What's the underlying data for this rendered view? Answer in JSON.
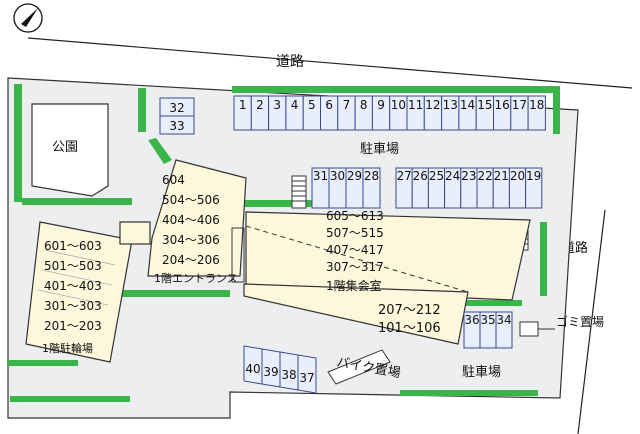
{
  "labels": {
    "road_top": "道路",
    "road_right": "道路",
    "park": "公園",
    "parking_top": "駐車場",
    "parking_bottom": "駐車場",
    "bike_parking": "バイク置場",
    "garbage": "ゴミ置場",
    "bicycle_parking": "1階駐輪場",
    "entrance": "1階エントランス",
    "meeting_room": "1階集会室"
  },
  "parking_spaces": {
    "top_row": [
      "1",
      "2",
      "3",
      "4",
      "5",
      "6",
      "7",
      "8",
      "9",
      "10",
      "11",
      "12",
      "13",
      "14",
      "15",
      "16",
      "17",
      "18"
    ],
    "middle_left": [
      "31",
      "30",
      "29",
      "28"
    ],
    "middle_right": [
      "27",
      "26",
      "25",
      "24",
      "23",
      "22",
      "21",
      "20",
      "19"
    ],
    "left_stack": [
      "32",
      "33"
    ],
    "bottom_right": [
      "36",
      "35",
      "34"
    ],
    "bottom_left": [
      "40",
      "39",
      "38",
      "37"
    ]
  },
  "units": {
    "west_wing": [
      "601～603",
      "501～503",
      "401～403",
      "301～303",
      "201～203"
    ],
    "center_wing": [
      "604",
      "504～506",
      "404～406",
      "304～306",
      "204～206"
    ],
    "east_wing": [
      "605～613",
      "507～515",
      "407～417",
      "307～317"
    ],
    "south_wing": [
      "207～212",
      "101～106"
    ]
  },
  "colors": {
    "building": "#fdf8dc",
    "parking": "#e8eefb",
    "grass": "#39b54a",
    "ground": "#eceef0"
  },
  "icons": {
    "compass": "north-arrow-icon"
  }
}
